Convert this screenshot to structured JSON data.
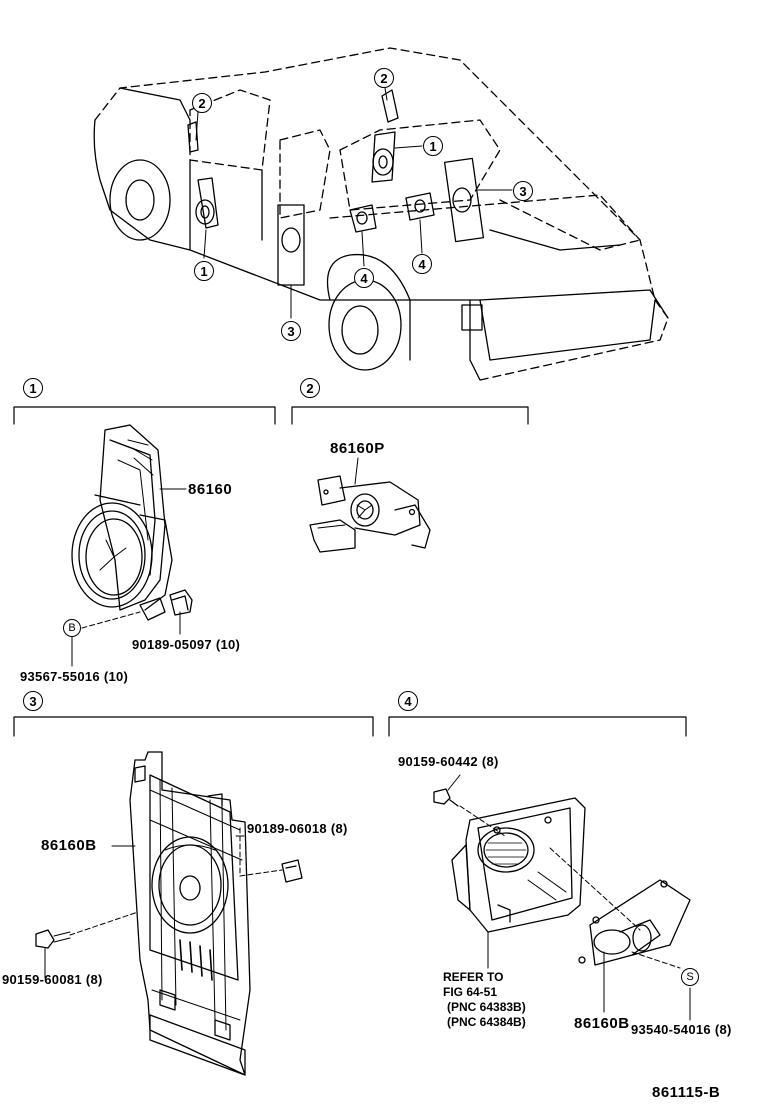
{
  "callouts": {
    "one": "1",
    "two": "2",
    "three": "3",
    "four": "4"
  },
  "symbols": {
    "b": "B",
    "s": "S"
  },
  "section1": {
    "speaker_part": "86160",
    "clip_part": "90189-05097 (10)",
    "screw_part": "93567-55016 (10)"
  },
  "section2": {
    "tweeter_part": "86160P"
  },
  "section3": {
    "speaker_part": "86160B",
    "clip_part": "90189-06018 (8)",
    "bolt_part": "90159-60081 (8)"
  },
  "section4": {
    "bolt_part": "90159-60442 (8)",
    "ref_line1": "REFER TO",
    "ref_line2": "FIG 64-51",
    "ref_line3": "(PNC 64383B)",
    "ref_line4": "(PNC 64384B)",
    "speaker_part": "86160B",
    "screw_part": "93540-54016 (8)"
  },
  "figure_number": "861115-B"
}
